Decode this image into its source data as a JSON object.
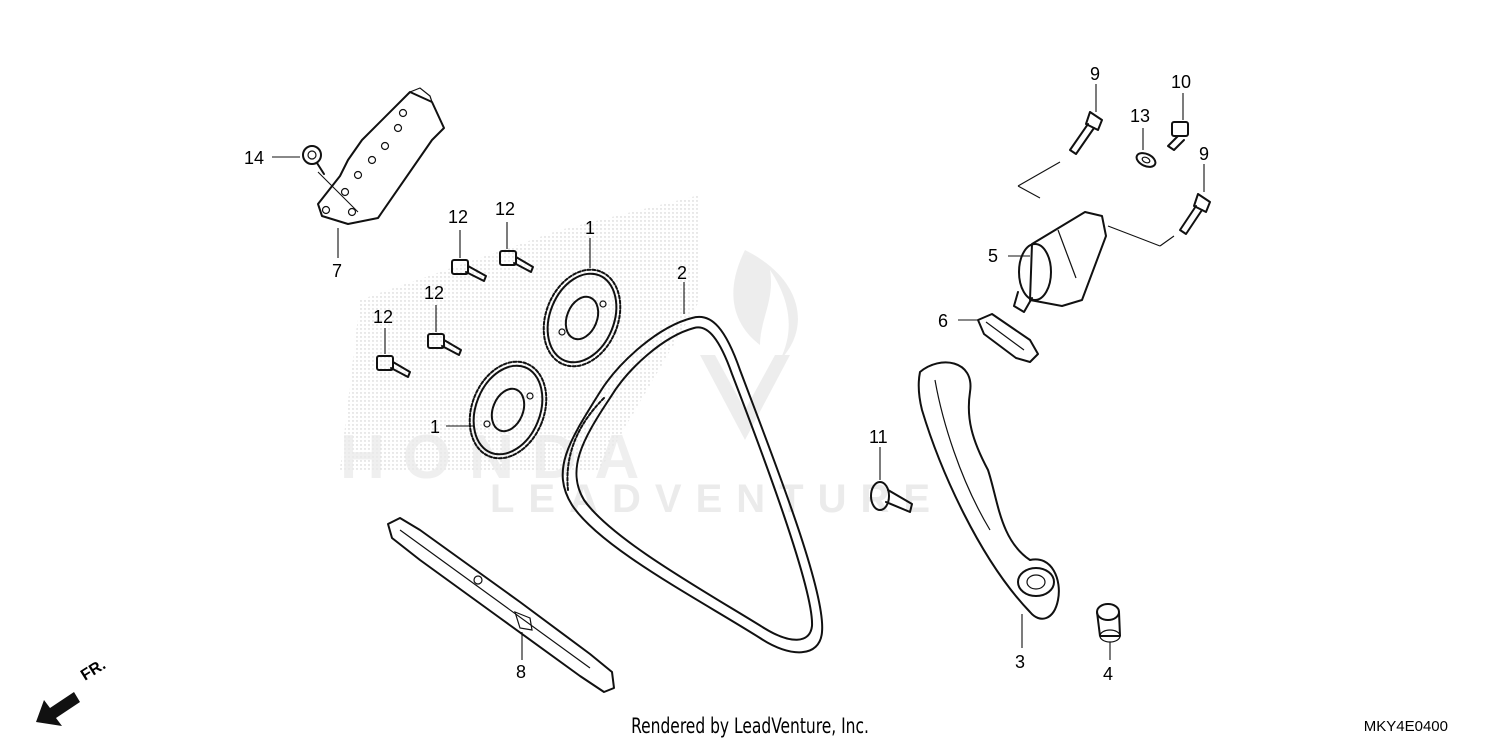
{
  "watermark": {
    "brand": "HONDA",
    "text": "LEADVENTURE"
  },
  "callouts": {
    "p1a": "1",
    "p1b": "1",
    "p2": "2",
    "p3": "3",
    "p4": "4",
    "p5": "5",
    "p6": "6",
    "p7": "7",
    "p8": "8",
    "p9a": "9",
    "p9b": "9",
    "p10": "10",
    "p11": "11",
    "p12a": "12",
    "p12b": "12",
    "p12c": "12",
    "p12d": "12",
    "p13": "13",
    "p14": "14"
  },
  "orientation": {
    "label": "FR."
  },
  "footer": {
    "rendered_by": "Rendered by LeadVenture, Inc.",
    "diagram_code": "MKY4E0400"
  }
}
